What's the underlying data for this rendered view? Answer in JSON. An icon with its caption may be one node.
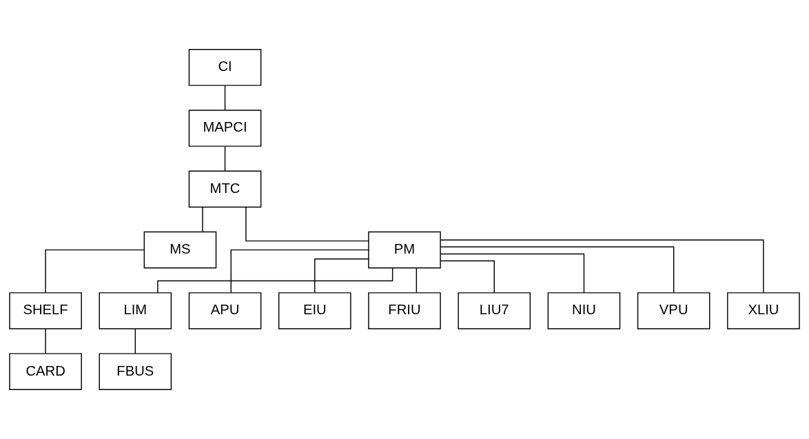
{
  "diagram": {
    "nodes": [
      {
        "text": [
          "CI"
        ]
      },
      {
        "text": [
          "MAPCI"
        ]
      },
      {
        "text": [
          "MTC"
        ]
      },
      {
        "text": [
          "MS"
        ]
      },
      {
        "text": [
          "PM"
        ]
      },
      {
        "text": [
          "SHELF"
        ]
      },
      {
        "text": [
          "LIM"
        ]
      },
      {
        "text": [
          "APU"
        ]
      },
      {
        "text": [
          "EIU"
        ]
      },
      {
        "text": [
          "FRIU"
        ]
      },
      {
        "text": [
          "LIU7"
        ]
      },
      {
        "text": [
          "NIU"
        ]
      },
      {
        "text": [
          "VPU"
        ]
      },
      {
        "text": [
          "XLIU"
        ]
      },
      {
        "text": [
          "CARD"
        ]
      },
      {
        "text": [
          "FBUS"
        ]
      }
    ],
    "edges": [
      {
        "from": 0,
        "to": 1,
        "arrow": "none"
      },
      {
        "from": 1,
        "to": 2,
        "arrow": "none"
      },
      {
        "from": 2,
        "to": 3,
        "arrow": "none"
      },
      {
        "from": 2,
        "to": 4,
        "arrow": "none"
      },
      {
        "from": 3,
        "to": 5,
        "arrow": "none"
      },
      {
        "from": 4,
        "to": 6,
        "arrow": "none"
      },
      {
        "from": 4,
        "to": 7,
        "arrow": "none"
      },
      {
        "from": 4,
        "to": 8,
        "arrow": "none"
      },
      {
        "from": 4,
        "to": 9,
        "arrow": "none"
      },
      {
        "from": 4,
        "to": 10,
        "arrow": "none"
      },
      {
        "from": 4,
        "to": 11,
        "arrow": "none"
      },
      {
        "from": 4,
        "to": 12,
        "arrow": "none"
      },
      {
        "from": 4,
        "to": 13,
        "arrow": "none"
      },
      {
        "from": 5,
        "to": 14,
        "arrow": "none"
      },
      {
        "from": 6,
        "to": 15,
        "arrow": "none"
      }
    ]
  }
}
